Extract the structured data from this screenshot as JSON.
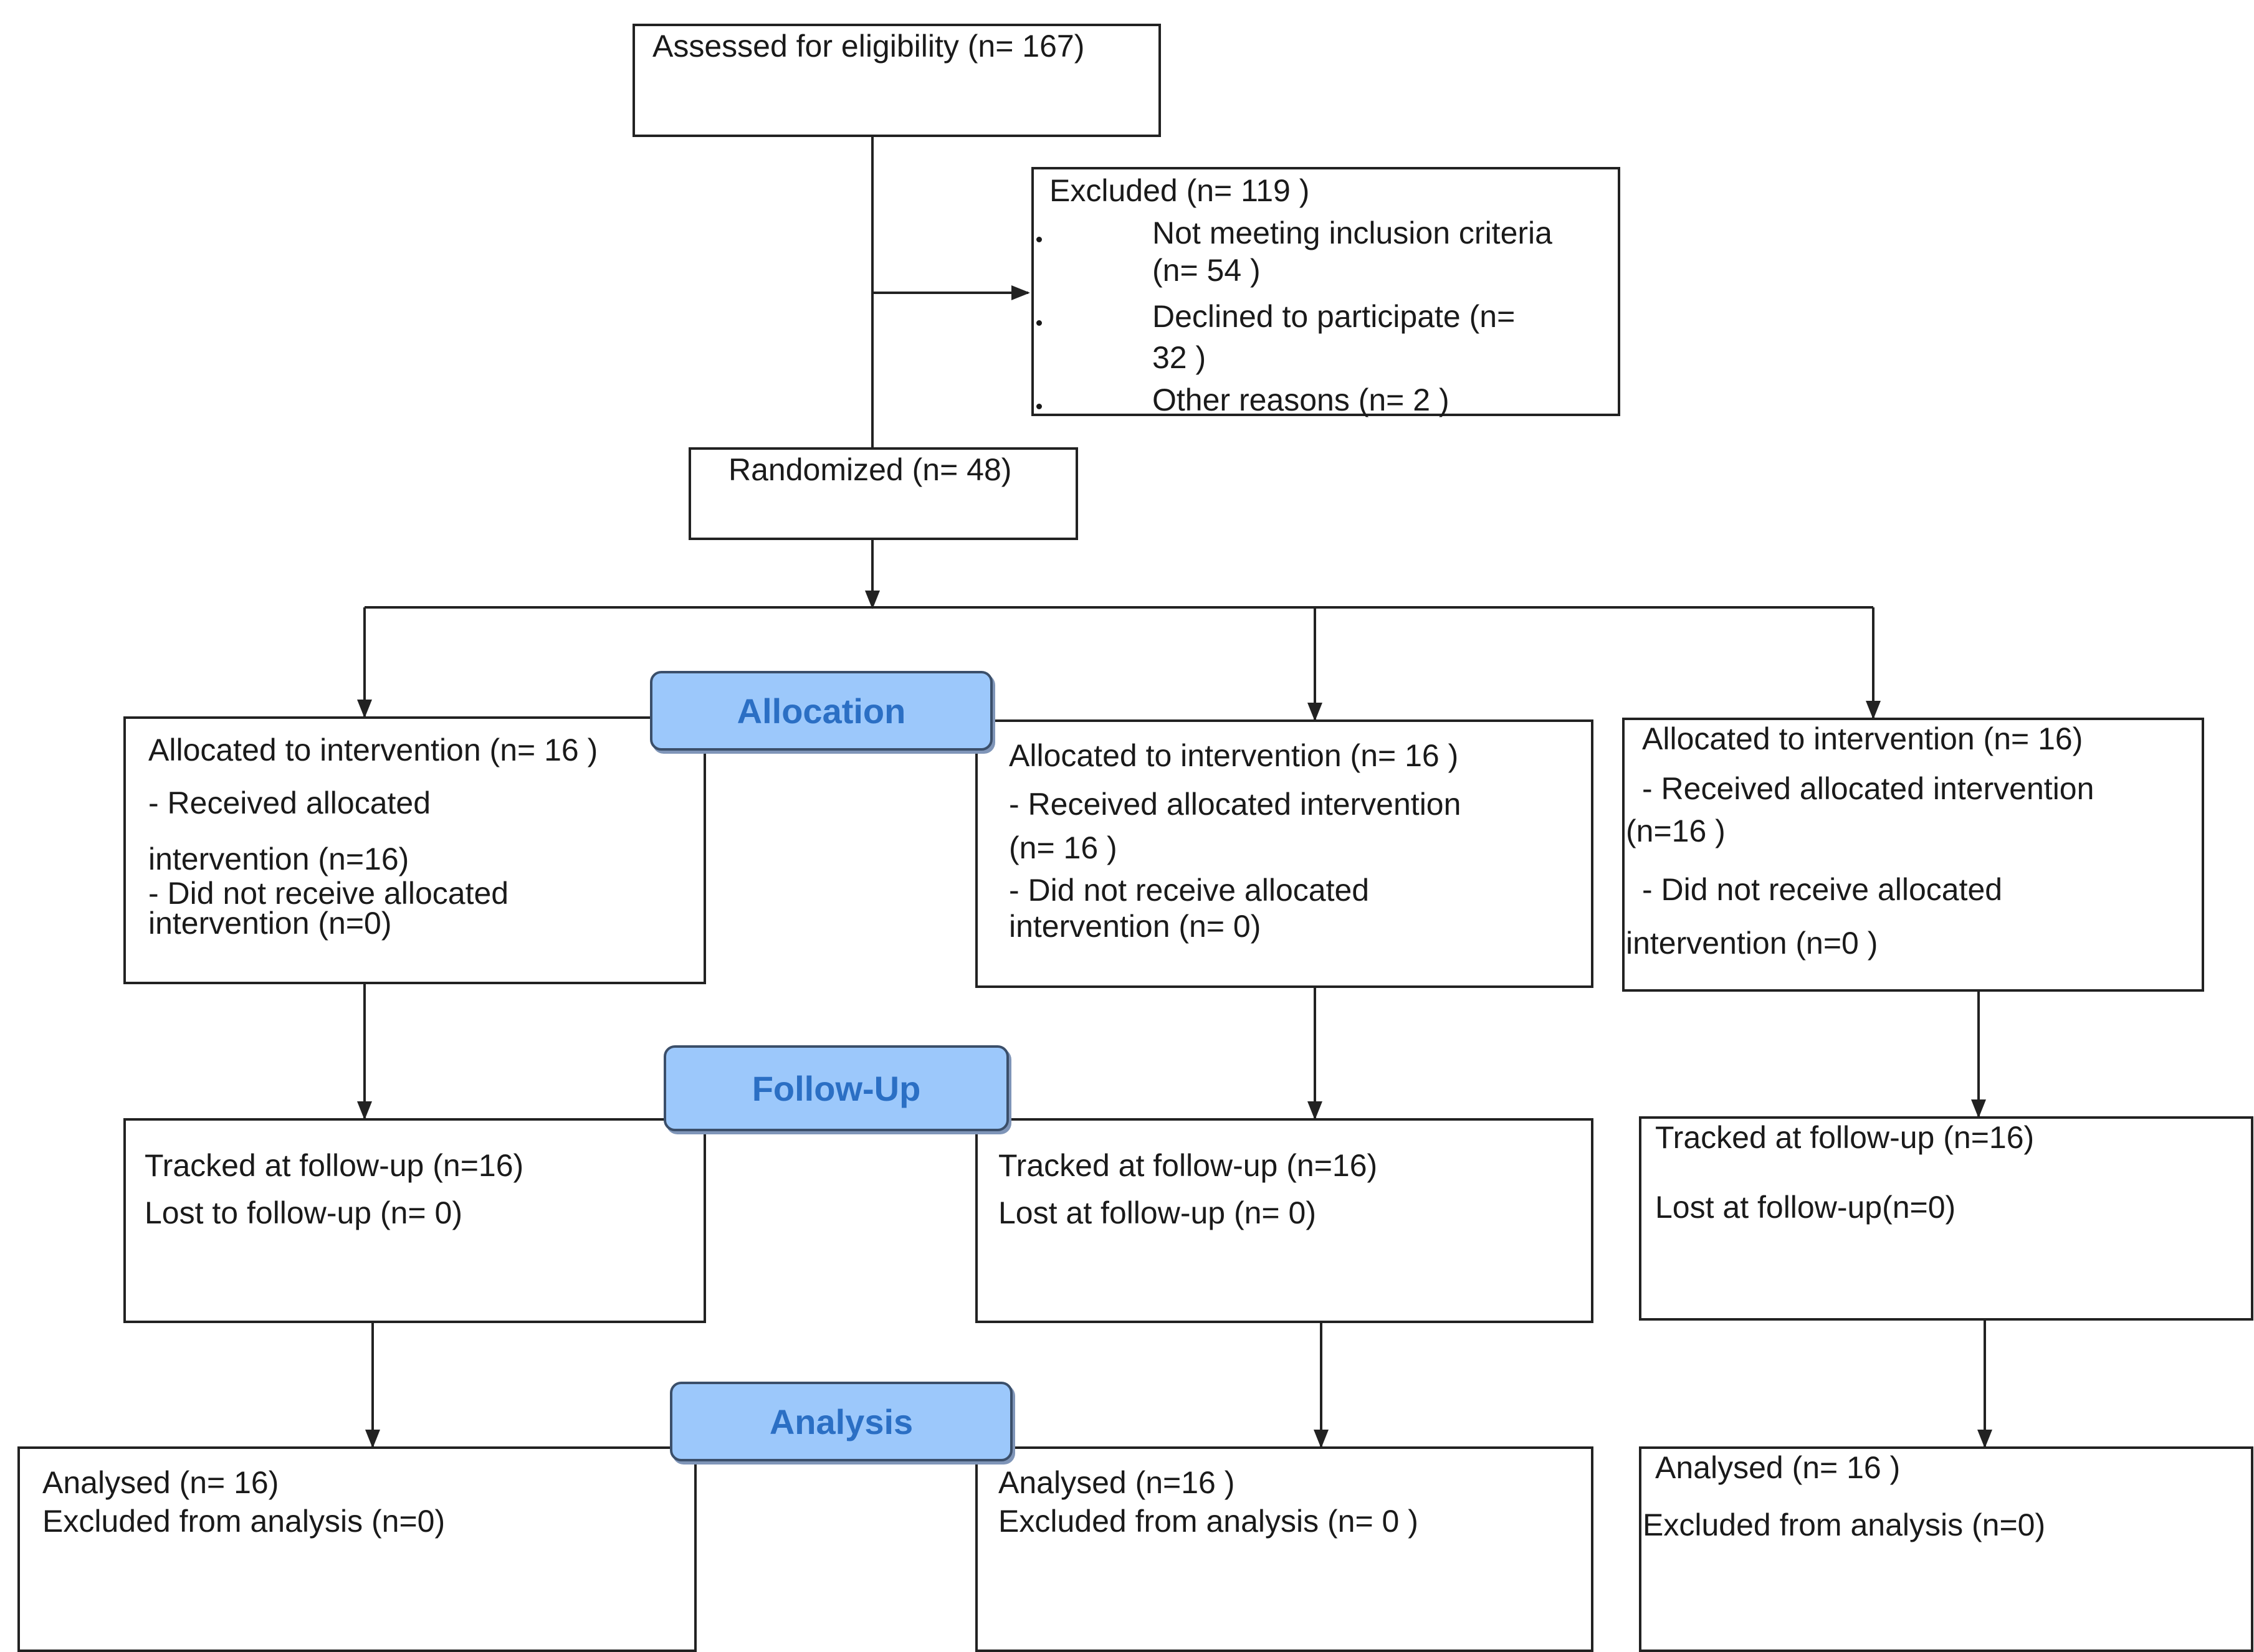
{
  "colors": {
    "stage_fill": "#9cc8fb",
    "stage_text": "#2b6fc4",
    "stroke": "#222222"
  },
  "enrollment": {
    "assessed": "Assessed for eligibility (n= 167)",
    "excluded_title": "Excluded  (n= 119 )",
    "excluded_reasons": [
      {
        "line1": "Not meeting inclusion criteria",
        "line2": "(n= 54 )"
      },
      {
        "line1": "Declined to participate (n=",
        "line2": "32 )"
      },
      {
        "line1": "Other reasons (n= 2 )"
      }
    ],
    "randomized": "Randomized  (n= 48)"
  },
  "stages": {
    "allocation": "Allocation",
    "follow_up": "Follow-Up",
    "analysis": "Analysis"
  },
  "arms": [
    {
      "allocation": [
        "Allocated to  intervention (n=  16 )",
        "- Received allocated",
        "intervention  (n=16)",
        "- Did  not receive allocated",
        "intervention (n=0)"
      ],
      "follow_up": [
        "Tracked at follow-up (n=16)",
        "Lost to follow-up (n= 0)"
      ],
      "analysis": [
        "Analysed (n= 16)",
        "Excluded from analysis (n=0)"
      ]
    },
    {
      "allocation": [
        "Allocated to  intervention (n=  16 )",
        "- Received allocated intervention",
        "(n= 16  )",
        "- Did not receive allocated",
        "intervention  (n= 0)"
      ],
      "follow_up": [
        "Tracked at follow-up (n=16)",
        "Lost at follow-up (n=  0)"
      ],
      "analysis": [
        "Analysed  (n=16  )",
        "Excluded from analysis (n= 0 )"
      ]
    },
    {
      "allocation": [
        "Allocated to intervention (n= 16)",
        "- Received allocated intervention",
        "(n=16  )",
        "- Did  not receive allocated",
        "intervention  (n=0  )"
      ],
      "follow_up": [
        "Tracked at follow-up (n=16)",
        "Lost at follow-up(n=0)"
      ],
      "analysis": [
        "Analysed  (n= 16 )",
        "Excluded from analysis (n=0)"
      ]
    }
  ]
}
